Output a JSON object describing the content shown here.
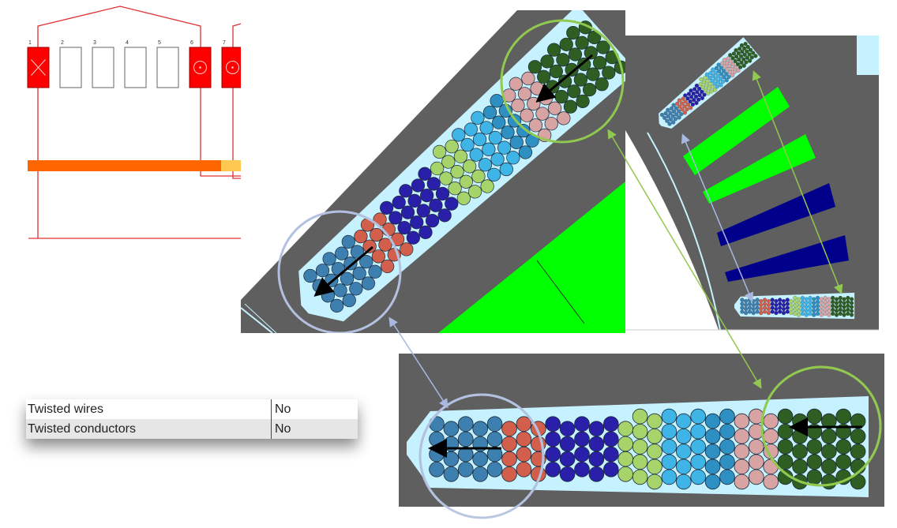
{
  "winding": {
    "slot_numbers": [
      "1",
      "2",
      "3",
      "4",
      "5",
      "6",
      "7"
    ],
    "active_slots": [
      1,
      6,
      7
    ],
    "colors": {
      "active": "#ff0000",
      "line": "#e03030",
      "bar": "#ff6600",
      "bar_end": "#ffc850"
    }
  },
  "properties": [
    {
      "label": "Twisted wires",
      "value": "No"
    },
    {
      "label": "Twisted conductors",
      "value": "No"
    }
  ],
  "colors": {
    "iron": "#5f5f5f",
    "slot": "#c6f2ff",
    "coil_green": "#00ff00",
    "coil_blue": "#00008b",
    "highlight_blue": "#b4c0e0",
    "highlight_green": "#90c850"
  },
  "conductor_groups": [
    {
      "color": "#3d7fae",
      "columns": 5
    },
    {
      "color": "#d25f4b",
      "columns": 3
    },
    {
      "color": "#2a1fa8",
      "columns": 5
    },
    {
      "color": "#a6d46a",
      "columns": 3
    },
    {
      "color": "#3fb4e6",
      "columns": 3
    },
    {
      "color": "#2d8fc2",
      "columns": 2
    },
    {
      "color": "#d8a3a3",
      "columns": 3
    },
    {
      "color": "#2f5e22",
      "columns": 6
    }
  ]
}
